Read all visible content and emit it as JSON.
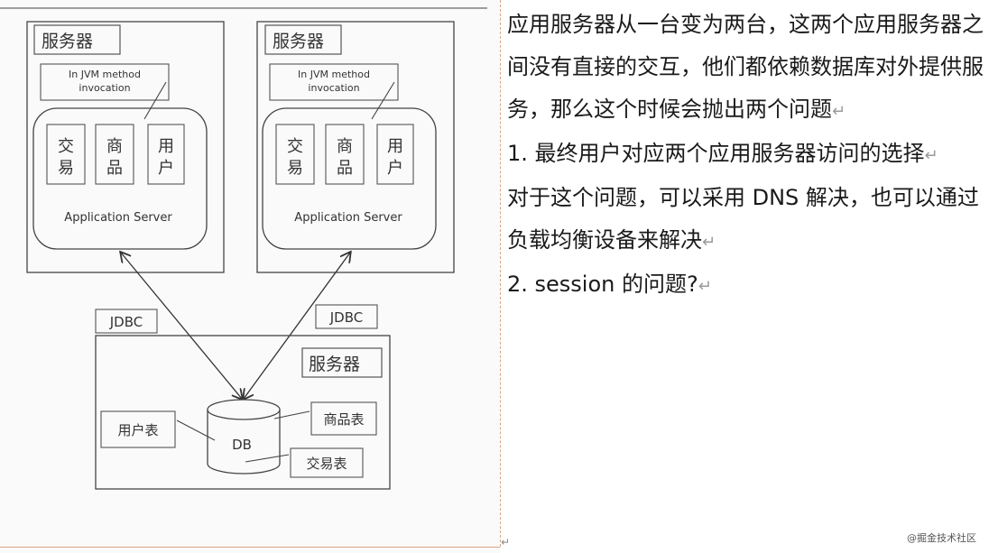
{
  "diagram": {
    "server_left": {
      "label": "服务器",
      "jvm_label_line1": "In JVM method",
      "jvm_label_line2": "invocation",
      "modules": [
        "交易",
        "商品",
        "用户"
      ],
      "app_server": "Application Server"
    },
    "server_right": {
      "label": "服务器",
      "jvm_label_line1": "In JVM method",
      "jvm_label_line2": "invocation",
      "modules": [
        "交易",
        "商品",
        "用户"
      ],
      "app_server": "Application Server"
    },
    "jdbc_left": "JDBC",
    "jdbc_right": "JDBC",
    "db_server": {
      "label": "服务器",
      "db": "DB",
      "tables": {
        "user": "用户表",
        "goods": "商品表",
        "trade": "交易表"
      }
    }
  },
  "text": {
    "para1": "应用服务器从一台变为两台，这两个应用服务器之间没有直接的交互，他们都依赖数据库对外提供服务，那么这个时候会抛出两个问题",
    "para2": "1.  最终用户对应两个应用服务器访问的选择",
    "para3": "对于这个问题，可以采用 DNS 解决，也可以通过负载均衡设备来解决",
    "para4": "2.  session 的问题?",
    "para_mark": "↵"
  },
  "watermark": "@掘金技术社区"
}
